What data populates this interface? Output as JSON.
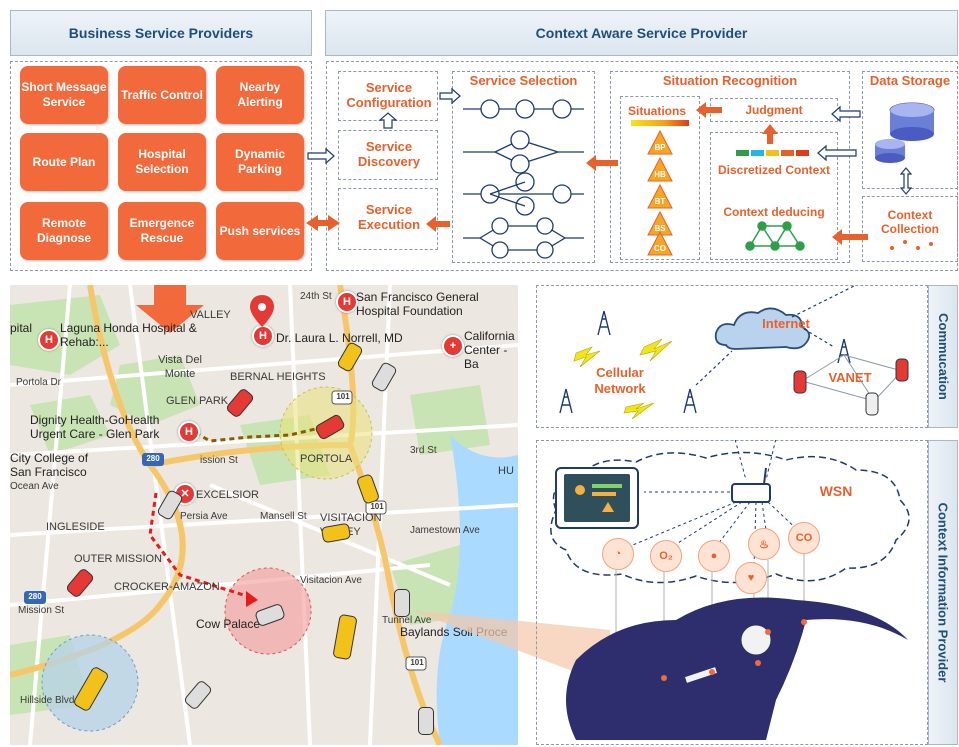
{
  "business": {
    "title": "Business Service Providers",
    "services": [
      "Short Message Service",
      "Traffic Control",
      "Nearby Alerting",
      "Route Plan",
      "Hospital Selection",
      "Dynamic Parking",
      "Remote Diagnose",
      "Emergence Rescue",
      "Push services"
    ]
  },
  "context_aware": {
    "title": "Context Aware Service Provider",
    "service_configuration": "Service Configuration",
    "service_discovery": "Service Discovery",
    "service_execution": "Service Execution",
    "service_selection": "Service Selection",
    "situation_recognition": "Situation Recognition",
    "situations": "Situations",
    "situation_tags": [
      "BP",
      "HB",
      "BT",
      "BS",
      "CO"
    ],
    "judgment": "Judgment",
    "discretized_context": "Discretized Context",
    "context_deducing": "Context deducing",
    "data_storage": "Data Storage",
    "context_collection": "Context Collection"
  },
  "communication": {
    "title": "Commucation",
    "internet": "Internet",
    "cellular_network": "Cellular Network",
    "vanet": "VANET"
  },
  "context_info": {
    "title": "Context Information Provider",
    "wsn": "WSN",
    "sensors": [
      "",
      "O₂",
      "",
      "",
      "",
      "CO"
    ]
  },
  "map": {
    "labels": {
      "san_francisco_general": "San Francisco General Hospital Foundation",
      "laguna_honda": "Laguna Honda Hospital & Rehab:...",
      "laguna_prefix": "pital",
      "norrell": "Dr. Laura L. Norrell, MD",
      "california": "California Center - Ba",
      "valley": "VALLEY",
      "street_24th": "24th St",
      "vista_del_monte": "Vista Del Monte",
      "portola_dr": "Portola Dr",
      "bernal_heights": "BERNAL HEIGHTS",
      "glen_park": "GLEN PARK",
      "dignity": "Dignity Health-GoHealth Urgent Care - Glen Park",
      "city_college": "City College of San Francisco",
      "portola": "PORTOLA",
      "excelsior": "EXCELSIOR",
      "ocean_ave": "Ocean Ave",
      "ingleside": "INGLESIDE",
      "outer_mission": "OUTER MISSION",
      "crocker_amazon": "CROCKER-AMAZON",
      "visitacion_valley": "VISITACION VALLEY",
      "cow_palace": "Cow Palace",
      "baylands": "Baylands Soil Proce",
      "mission_st": "Mission St",
      "persia_ave": "Persia Ave",
      "mansell_st": "Mansell St",
      "visitacion_ave": "Visitacion Ave",
      "jamestown_ave": "Jamestown Ave",
      "third_st": "3rd St",
      "tunnel_ave": "Tunnel Ave",
      "hillside_blvd": "Hillside Blvd",
      "hu": "HU",
      "mission_short": "ission St",
      "hw101": "101",
      "hw280": "280"
    }
  }
}
